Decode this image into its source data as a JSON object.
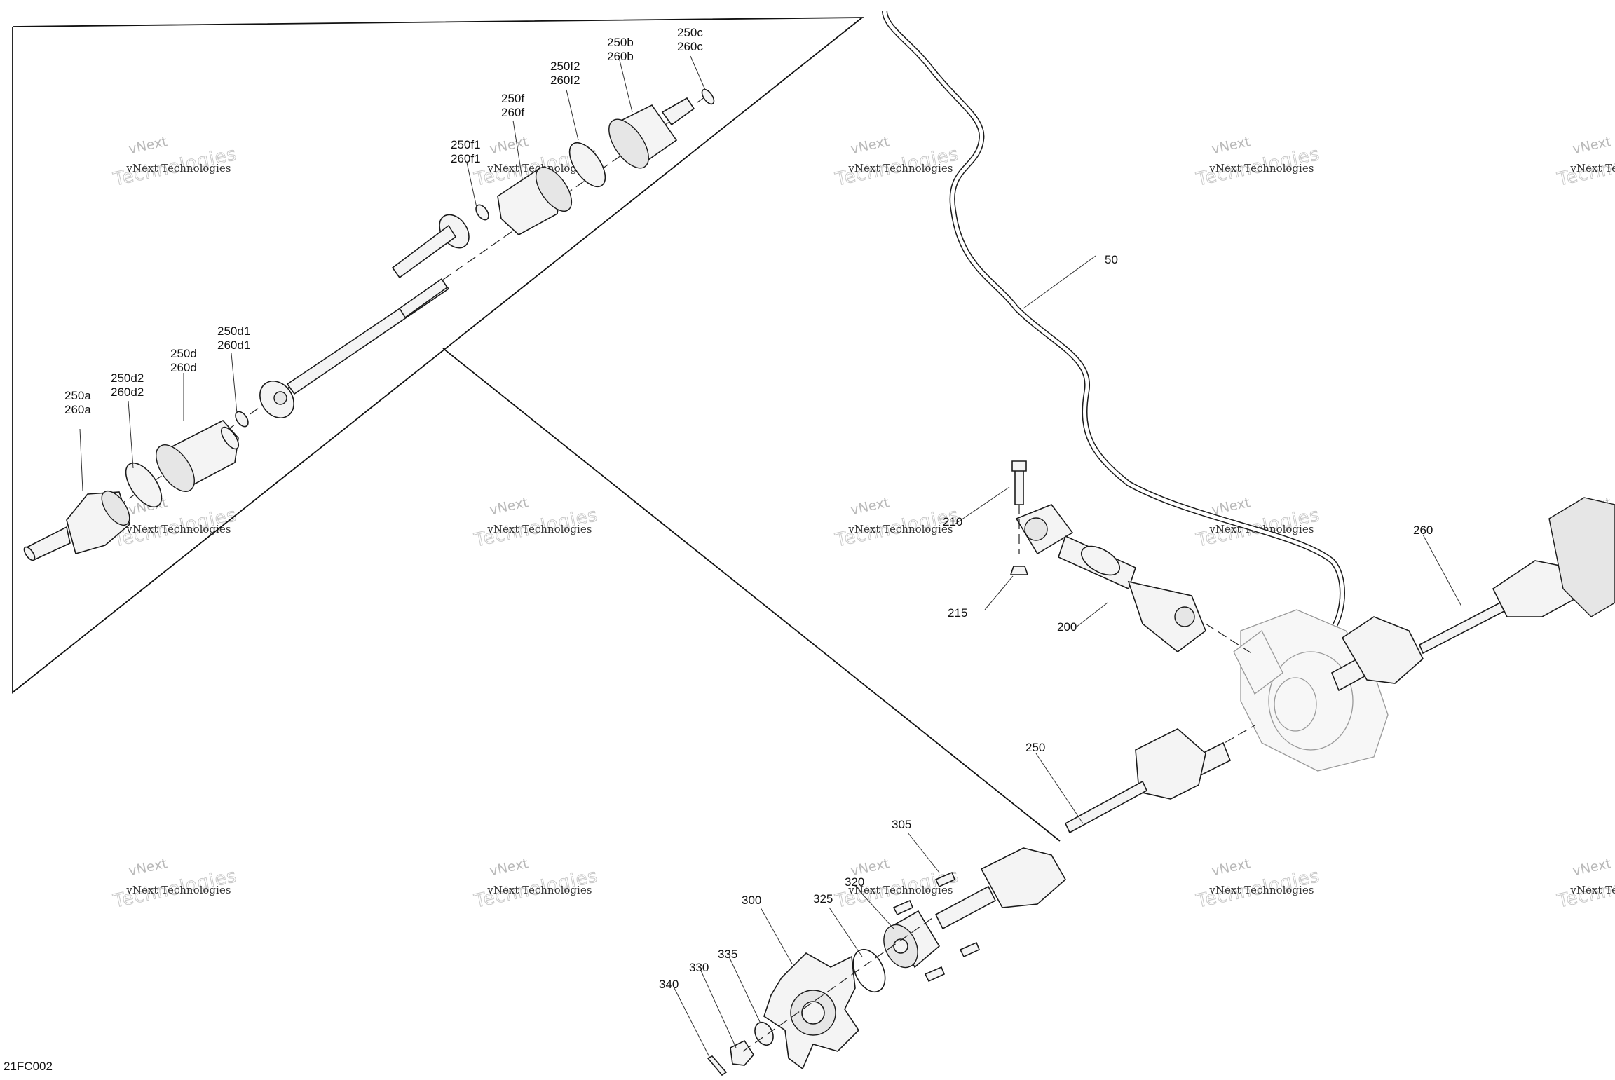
{
  "figure_code": "21FC002",
  "watermark": {
    "line1": "vNext Technologies",
    "line2": "Technologies",
    "script": "vNext"
  },
  "callouts": {
    "p250a": "250a",
    "p260a": "260a",
    "p250d2": "250d2",
    "p260d2": "260d2",
    "p250d": "250d",
    "p260d": "260d",
    "p250d1": "250d1",
    "p260d1": "260d1",
    "p250f1": "250f1",
    "p260f1": "260f1",
    "p250f": "250f",
    "p260f": "260f",
    "p250f2": "250f2",
    "p260f2": "260f2",
    "p250b": "250b",
    "p260b": "260b",
    "p250c": "250c",
    "p260c": "260c",
    "p50": "50",
    "p210": "210",
    "p215": "215",
    "p200": "200",
    "p260": "260",
    "p250": "250",
    "p305": "305",
    "p320": "320",
    "p325": "325",
    "p300": "300",
    "p335": "335",
    "p330": "330",
    "p340": "340"
  }
}
